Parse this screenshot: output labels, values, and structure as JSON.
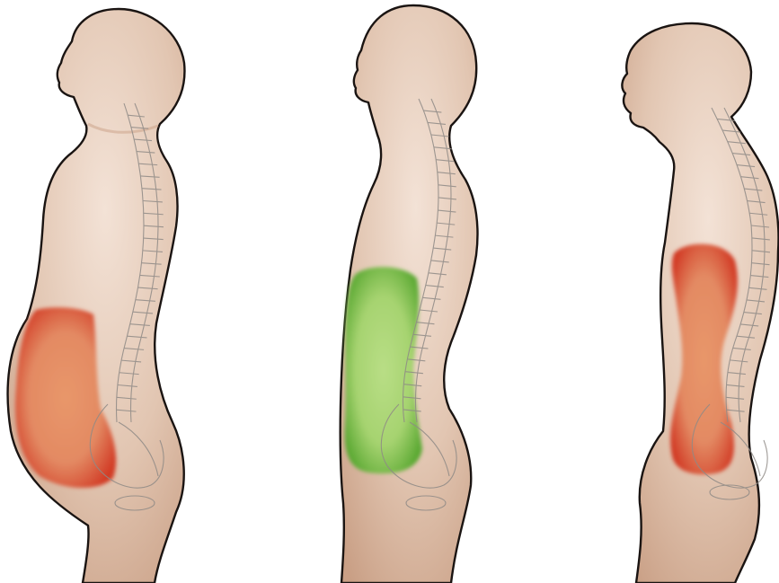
{
  "figures": [
    {
      "id": "figure-1",
      "zone_state": "highlighted-red",
      "zone_color": "#d64a2e",
      "zone_inner_color": "#e8976a"
    },
    {
      "id": "figure-2",
      "zone_state": "highlighted-green",
      "zone_color": "#6ab83a",
      "zone_inner_color": "#b4db7e"
    },
    {
      "id": "figure-3",
      "zone_state": "highlighted-red",
      "zone_color": "#d64a2e",
      "zone_inner_color": "#e8976a"
    }
  ],
  "colors": {
    "skin": "#d9b7a0",
    "skin_light": "#f3e2d6",
    "outline": "#1a1412",
    "bone_line": "#8f8a86",
    "background": "#ffffff"
  }
}
